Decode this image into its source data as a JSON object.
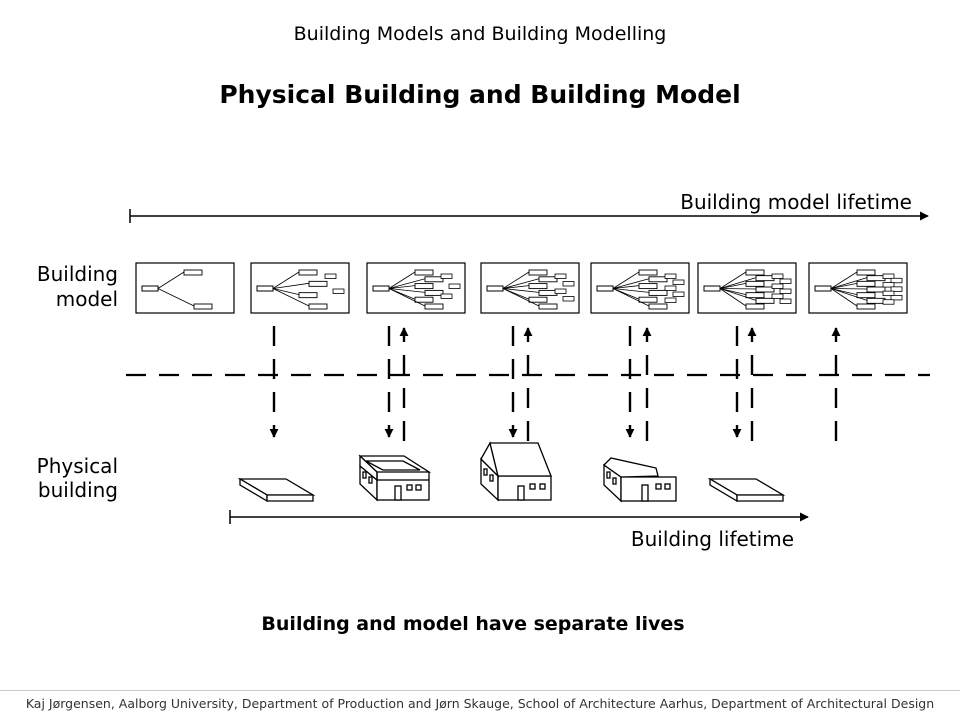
{
  "header": {
    "title": "Building Models and Building Modelling"
  },
  "slide": {
    "title": "Physical Building and Building Model"
  },
  "diagram": {
    "model_timeline_label": "Building model lifetime",
    "model_row_label_line1": "Building",
    "model_row_label_line2": "model",
    "physical_row_label_line1": "Physical",
    "physical_row_label_line2": "building",
    "building_timeline_label": "Building lifetime"
  },
  "caption": "Building and model have separate lives",
  "footer": {
    "credit": "Kaj Jørgensen, Aalborg University, Department of Production and Jørn Skauge, School of Architecture Aarhus, Department of Architectural Design"
  }
}
